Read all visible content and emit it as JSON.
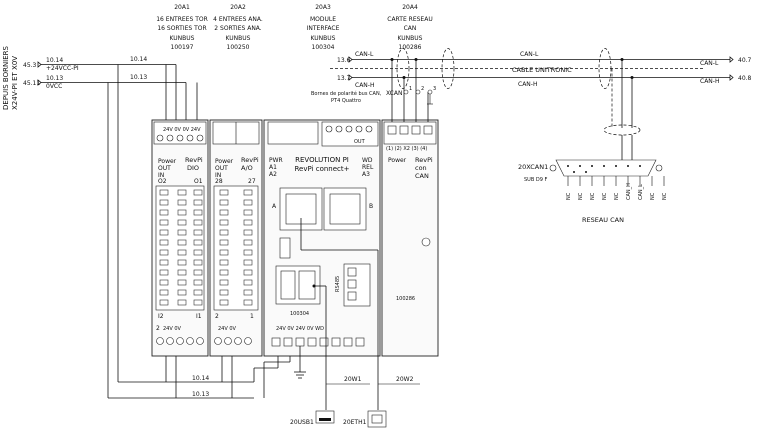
{
  "side_label": {
    "line1": "DEPUIS BORNIERS",
    "line2": "X24V-PI ET X0V"
  },
  "supply": {
    "in1_ref": "45.3",
    "in1_page": "10.14",
    "in1_signal": "+24VCC-PI",
    "in2_ref": "45.11",
    "in2_page": "10.13",
    "in2_signal": "0VCC",
    "xref_a": "10.14",
    "xref_b": "10.13",
    "bottom_a": "10.14",
    "bottom_b": "10.13"
  },
  "modules": [
    {
      "tag": "20A1",
      "desc1": "16 ENTREES TOR",
      "desc2": "16 SORTIES TOR",
      "bus": "KUNBUS",
      "ref": "100197"
    },
    {
      "tag": "20A2",
      "desc1": "4 ENTREES ANA.",
      "desc2": "2 SORTIES ANA.",
      "bus": "KUNBUS",
      "ref": "100250"
    },
    {
      "tag": "20A3",
      "desc1": "MODULE",
      "desc2": "INTERFACE",
      "bus": "KUNBUS",
      "ref": "100304"
    },
    {
      "tag": "20A4",
      "desc1": "CARTE RESEAU",
      "desc2": "CAN",
      "bus": "KUNBUS",
      "ref": "100286"
    }
  ],
  "dio": {
    "top_pins": "24V 0V  0V 24V",
    "power_label": "Power",
    "out_label": "OUT",
    "in_label": "IN",
    "brand": "RevPi",
    "name": "DIO",
    "o2": "O2",
    "o1": "O1",
    "i2": "I2",
    "i1": "I1",
    "bot_left": "2",
    "bot_pins": "24V 0V"
  },
  "aio": {
    "power_label": "Power",
    "out_label": "OUT",
    "in_label": "IN",
    "brand": "RevPi",
    "name": "A/O",
    "p28": "28",
    "p27": "27",
    "b2": "2",
    "b1": "1",
    "bot_pins": "24V 0V"
  },
  "core": {
    "pwr_r": "PWR",
    "a1": "A1",
    "a2": "A2",
    "title1": "REVOLUTION PI",
    "title2": "RevPi connect+",
    "wd": "WD",
    "rel": "REL",
    "a3": "A3",
    "port_a": "A",
    "port_b": "B",
    "rs485": "RS485",
    "label_id": "100304",
    "bot_pins": "24V  0V   24V  0V  WD",
    "out_label": "OUT"
  },
  "can_module": {
    "power_label": "Power",
    "brand": "RevPi",
    "line2": "con",
    "name": "CAN",
    "pins": "(1)  (2)  X2 (3)  (4)",
    "label_id": "100286"
  },
  "can_bus": {
    "cable_name": "CABLE UNITRONIC",
    "in_l_ref": "13.6",
    "in_h_ref": "13.7",
    "in_l": "CAN-L",
    "in_h": "CAN-H",
    "mid_l": "CAN-L",
    "mid_h": "CAN-H",
    "out_l": "CAN-L",
    "out_h": "CAN-H",
    "out_l_ref": "40.7",
    "out_h_ref": "40.8",
    "terminal_tag": "XCAN",
    "t1": "1",
    "t2": "2",
    "t3": "3",
    "note1": "Bornes de polarité bus CAN,",
    "note2": "PT4 Quattro"
  },
  "connector": {
    "tag": "20XCAN1",
    "type": "SUB D9 F",
    "pins": [
      "NC",
      "NC",
      "NC",
      "NC",
      "NC",
      "CAN_H",
      "CAN_L",
      "NC",
      "NC"
    ],
    "network_label": "RESEAU CAN"
  },
  "ports": {
    "usb_ref": "20W1",
    "eth_ref": "20W2",
    "usb_tag": "20USB1",
    "eth_tag": "20ETH1"
  }
}
